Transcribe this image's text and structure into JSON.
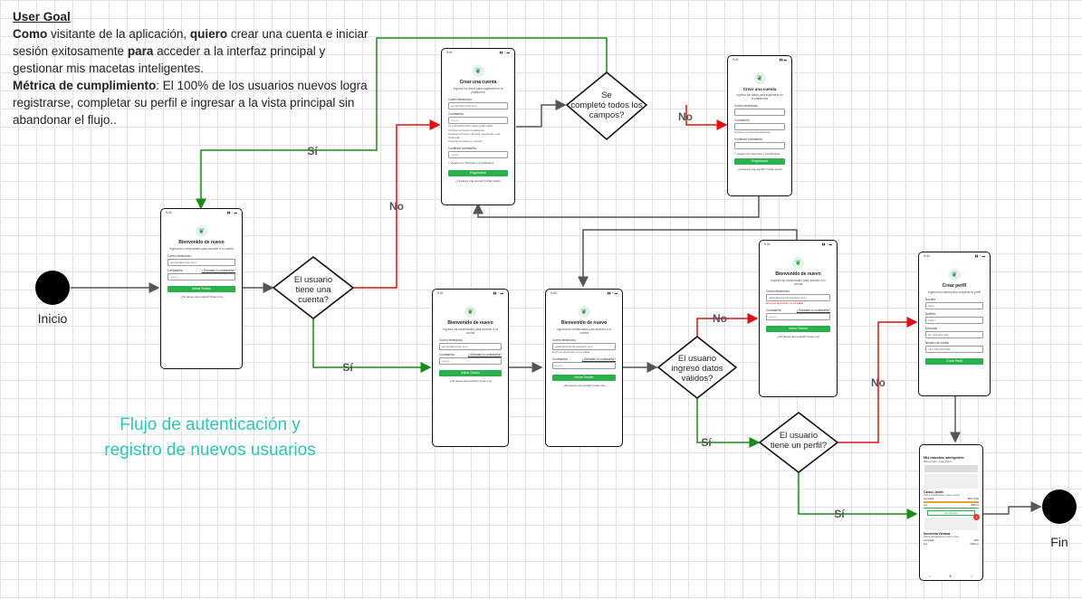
{
  "user_goal": {
    "heading": "User Goal",
    "p1_a": "Como",
    "p1_b": " visitante de la aplicación, ",
    "p1_c": "quiero",
    "p1_d": " crear una cuenta e iniciar sesión exitosamente ",
    "p1_e": "para",
    "p1_f": " acceder a la interfaz principal y gestionar mis macetas inteligentes.",
    "p2_a": "Métrica de cumplimiento",
    "p2_b": ": El 100% de los usuarios nuevos logra registrarse, completar su perfil e ingresar a la vista principal sin abandonar el flujo.."
  },
  "flow_title": "Flujo de autenticación y registro de nuevos usuarios",
  "start_label": "Inicio",
  "end_label": "Fin",
  "decisions": {
    "has_account": "El usuario tiene una cuenta?",
    "fields_complete": "Se completó todos los campos?",
    "valid_data": "El usuario ingresó datos válidos?",
    "has_profile": "El usuario tiene un perfil?"
  },
  "edge_labels": {
    "yes": "Sí",
    "no": "No"
  },
  "screens": {
    "login": {
      "time": "9:41",
      "title": "Bienvenido de nuevo",
      "subtitle": "Ingresa tus credenciales para acceder a tu cuenta",
      "email_label": "Correo electrónico",
      "email_placeholder": "ejemplo@correo.com",
      "password_label": "Contraseña",
      "forgot": "¿Olvidaste tu contraseña?",
      "password_placeholder": "••••••••",
      "button": "Iniciar Sesión",
      "footer": "¿No tienes una cuenta? Crear una",
      "filled_email": "pablo@restarmbosaindice.com",
      "error_note": "El correo electrónico no es válido"
    },
    "register": {
      "time": "9:41",
      "title": "Crear una cuenta",
      "subtitle": "Ingresa tus datos para registrarte en la plataforma",
      "email_label": "Correo electrónico",
      "email_placeholder": "ejemplo@correo.com",
      "password_label": "Contraseña",
      "password_placeholder": "••••••••",
      "hint": "La contraseña debe seguir estas reglas:",
      "rules": [
        "Contener al menos 8 caracteres",
        "Contener al menos una letra mayúscula y una minúscula",
        "Contener al menos un número"
      ],
      "confirm_label": "Confirmar contraseña",
      "terms": "Acepto los Términos y Condiciones",
      "button": "Registrarse",
      "footer": "¿Ya tienes una cuenta? Iniciar sesión"
    },
    "profile": {
      "time": "9:41",
      "title": "Crear perfil",
      "subtitle": "Ingresa tus datos para completar tu perfil",
      "name_label": "Nombre",
      "name_placeholder": "Juan",
      "lastname_label": "Apellido",
      "lastname_placeholder": "Pérez",
      "address_label": "Dirección",
      "address_placeholder": "Av. Principal 123",
      "phone_label": "Número de celular",
      "phone_prefix": "+51",
      "phone_placeholder": "999 999 999",
      "button": "Crear Perfil"
    },
    "home": {
      "title": "Mis macetas inteligentes",
      "subtitle": "Bienvenido, Juan Pérez",
      "card1_title": "Cactus Jardín",
      "card1_sub": "Última actualización: Hace 2 horas",
      "humidity": "Humedad",
      "humidity_val": "35% / 60%",
      "light": "Luz",
      "light_val": "850 lux",
      "details": "Ver Detalles",
      "card2_title": "Suculenta Ventana",
      "card2_sub": "Última actualización: Hace 1 hora",
      "water": "Humedad",
      "water_val": "45%",
      "sun": "Luz",
      "sun_val": "1200 lux",
      "badge": "1"
    }
  }
}
